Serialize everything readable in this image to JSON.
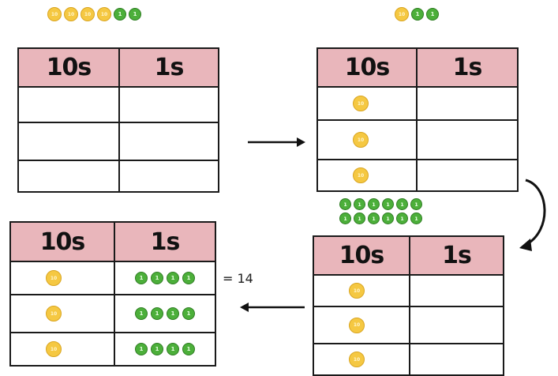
{
  "header_ten": "10s",
  "header_one": "1s",
  "coin_ten_label": "10",
  "coin_one_label": "1",
  "result_label": "= 14",
  "colors": {
    "header_bg": "#e9b6bb",
    "ten_coin": "#f5c842",
    "one_coin": "#4caf3a"
  },
  "start_pile": {
    "tens": 4,
    "ones": 2
  },
  "leftover_pile": {
    "tens": 1,
    "ones": 2
  },
  "regrouped_ones_pile": {
    "ones": 12
  },
  "table_step2": {
    "rows": [
      {
        "tens": 1,
        "ones": 0
      },
      {
        "tens": 1,
        "ones": 0
      },
      {
        "tens": 1,
        "ones": 0
      }
    ]
  },
  "table_step3": {
    "rows": [
      {
        "tens": 1,
        "ones": 0
      },
      {
        "tens": 1,
        "ones": 0
      },
      {
        "tens": 1,
        "ones": 0
      }
    ]
  },
  "table_step4": {
    "rows": [
      {
        "tens": 1,
        "ones": 4
      },
      {
        "tens": 1,
        "ones": 4
      },
      {
        "tens": 1,
        "ones": 4
      }
    ]
  }
}
